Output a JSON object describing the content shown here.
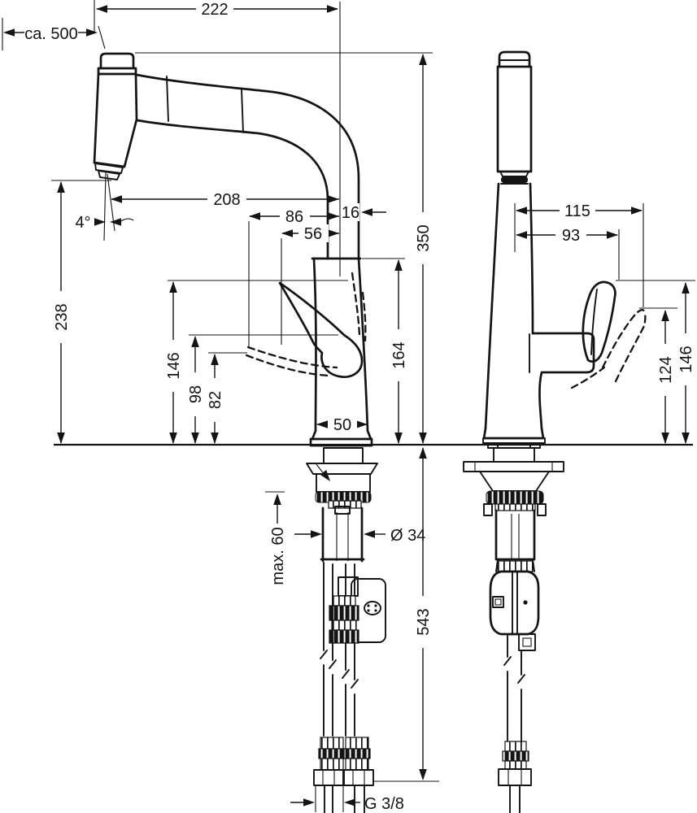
{
  "colors": {
    "ink": "#141414",
    "background": "#ffffff"
  },
  "dims": {
    "pullout": "ca. 500",
    "w222": "222",
    "d208": "208",
    "d86": "86",
    "d16": "16",
    "d56": "56",
    "angle": "4°",
    "d238": "238",
    "d350": "350",
    "d164": "164",
    "f146": "146",
    "d98": "98",
    "d82": "82",
    "d50": "50",
    "s115": "115",
    "s93": "93",
    "s124": "124",
    "s146": "146",
    "max60": "max. 60",
    "dia34": "Ø 34",
    "d543": "543",
    "thread": "G 3/8"
  }
}
